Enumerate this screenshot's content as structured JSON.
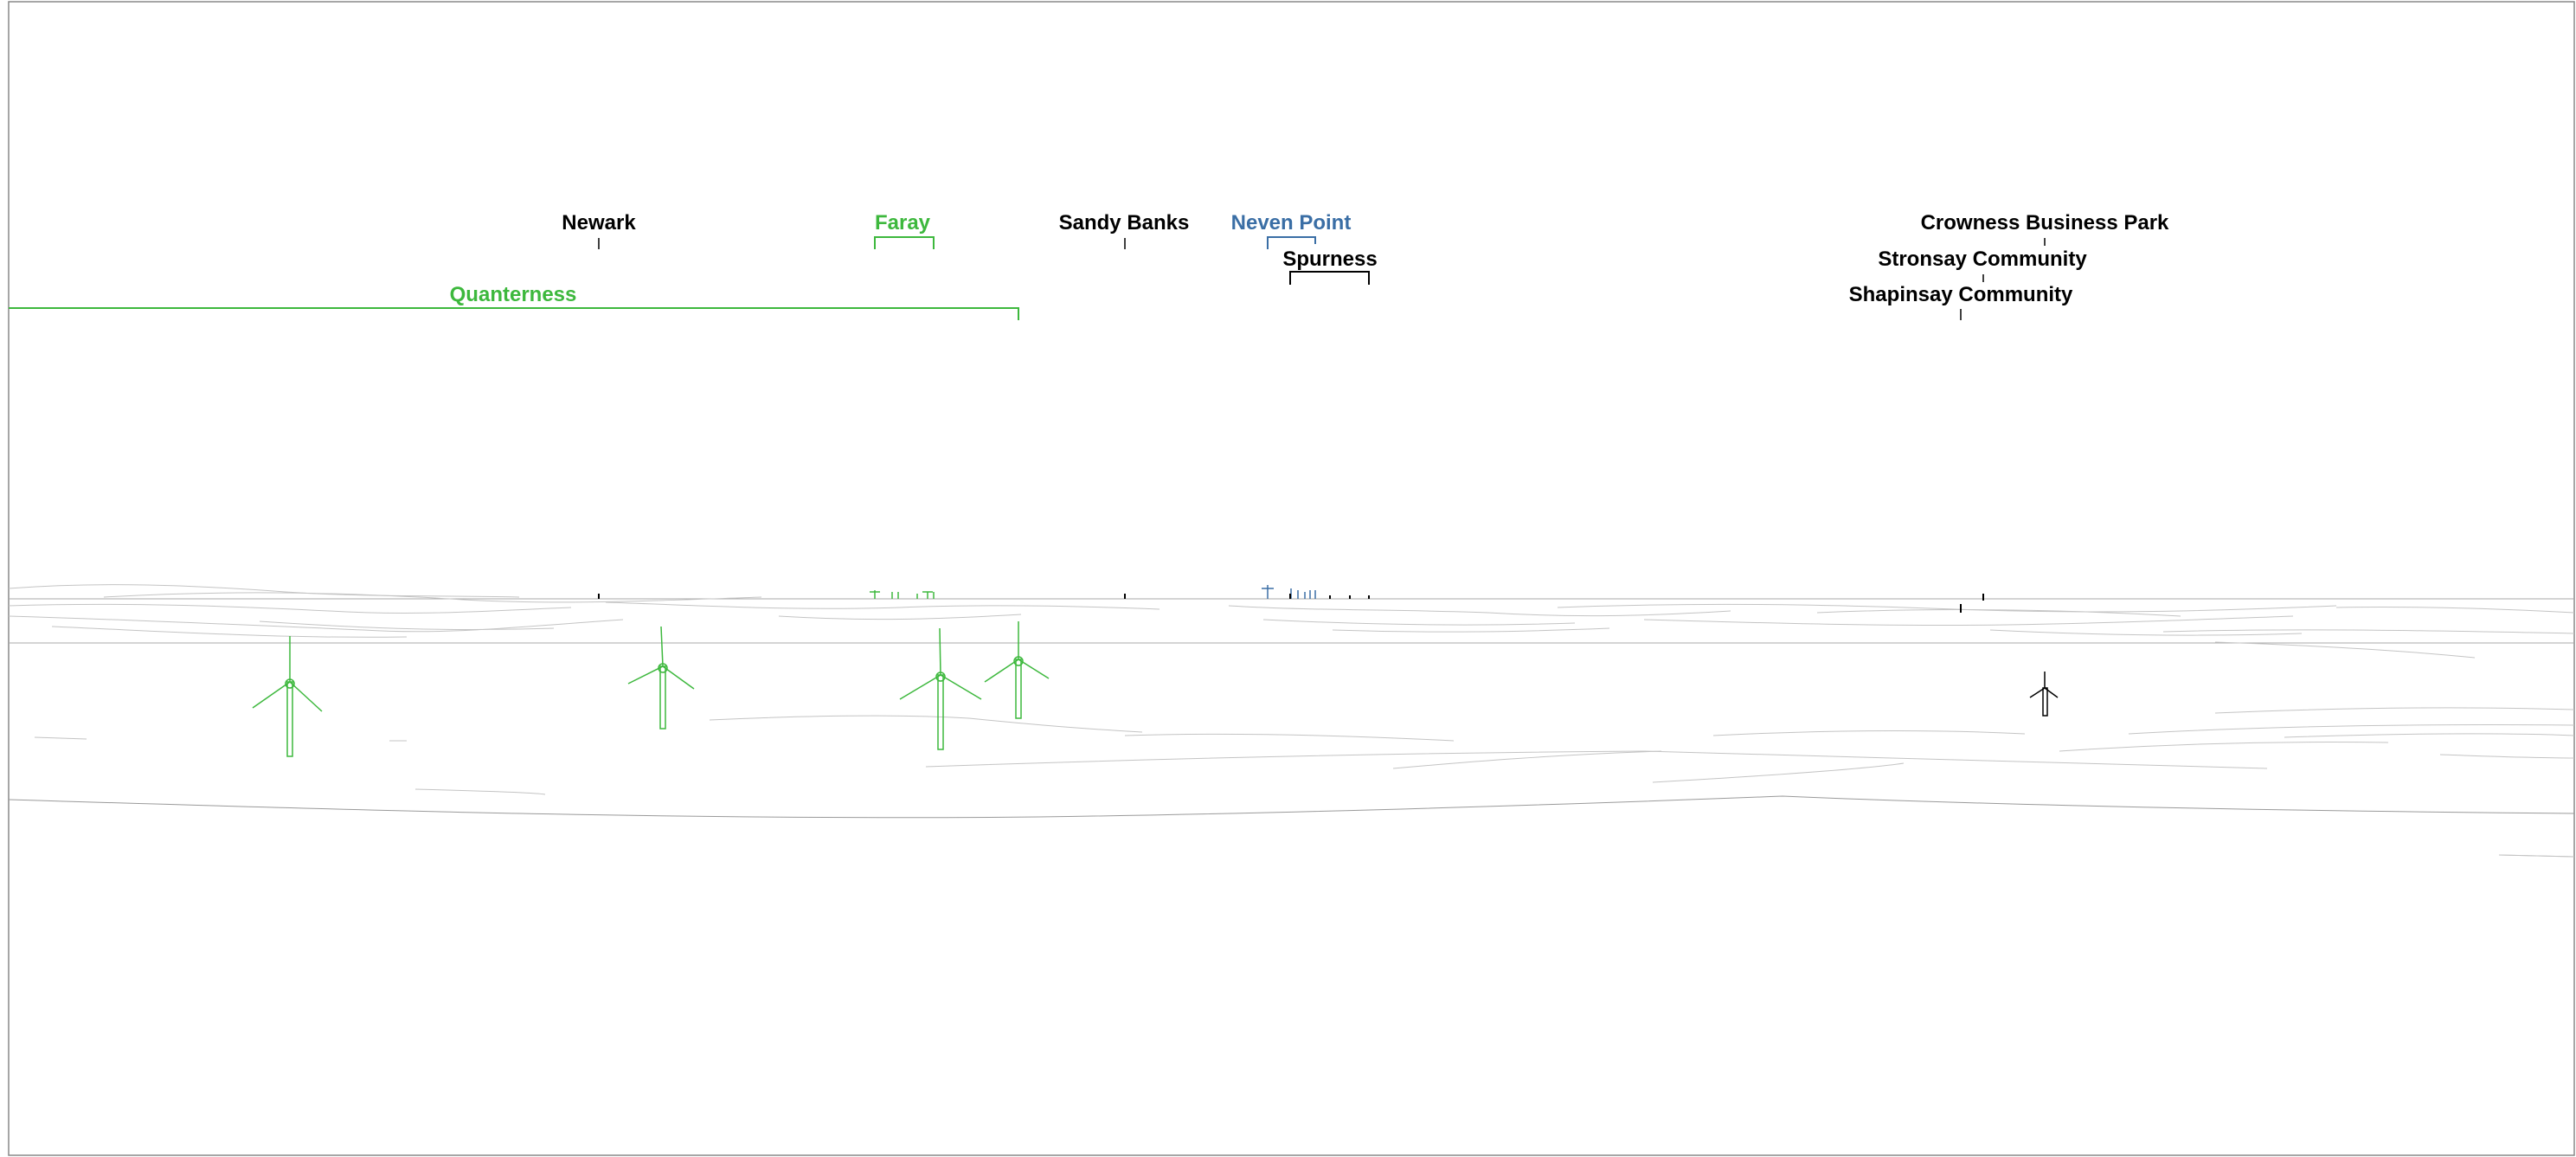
{
  "colors": {
    "proposed": "#3db83d",
    "consented": "#3a6ea5",
    "operational": "#000000",
    "terrain": "#9a9a9a"
  },
  "labels": {
    "newark": "Newark",
    "faray": "Faray",
    "sandy_banks": "Sandy Banks",
    "neven_point": "Neven Point",
    "crowness": "Crowness Business Park",
    "spurness": "Spurness",
    "stronsay": "Stronsay Community",
    "quanterness": "Quanterness",
    "shapinsay": "Shapinsay Community"
  }
}
